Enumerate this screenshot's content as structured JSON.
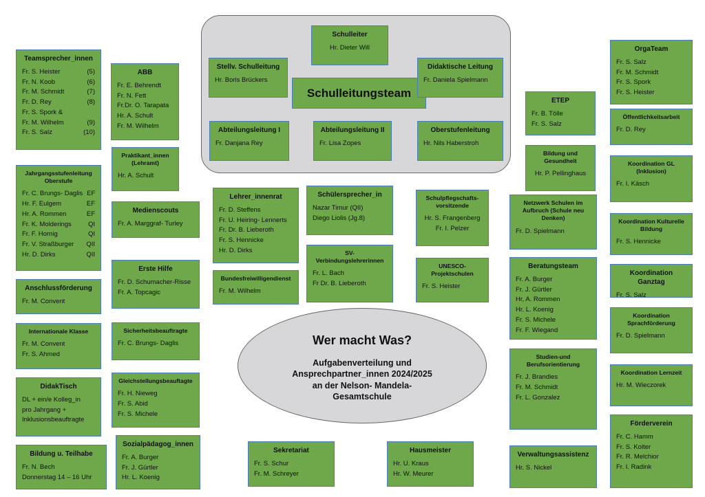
{
  "diagram_title": "Wer macht Was?",
  "diagram_subtitle_lines": [
    "Aufgabenverteilung und",
    "Ansprechpartner_innen 2024/2025",
    "an der Nelson- Mandela-",
    "Gesamtschule"
  ],
  "leadership": {
    "panel_title": "Schulleitungsteam",
    "schulleiter": {
      "title": "Schulleiter",
      "people": [
        "Hr. Dieter Will"
      ]
    },
    "stellv": {
      "title": "Stellv. Schulleitung",
      "people": [
        "Hr. Boris Brückers"
      ]
    },
    "didaktisch": {
      "title": "Didaktische Leitung",
      "people": [
        "Fr. Daniela Spielmann"
      ]
    },
    "abt1": {
      "title": "Abteilungsleitung I",
      "people": [
        "Fr. Danjana Rey"
      ]
    },
    "abt2": {
      "title": "Abteilungsleitung II",
      "people": [
        "Fr. Lisa Zopes"
      ]
    },
    "oberstufe": {
      "title": "Oberstufenleitung",
      "people": [
        "Hr. Nils Haberstroh"
      ]
    }
  },
  "teamsprecher": {
    "title": "Teamsprecher_innen",
    "rows": [
      [
        "Fr. S. Heister",
        "(5)"
      ],
      [
        "Fr. N. Koob",
        "(6)"
      ],
      [
        "Fr. M. Schmidt",
        "(7)"
      ],
      [
        "Fr. D. Rey",
        "(8)"
      ],
      [
        "Fr. S. Spork &",
        ""
      ],
      [
        "Fr. M. Wilhelm",
        "(9)"
      ],
      [
        "Fr. S. Salz",
        "(10)"
      ]
    ]
  },
  "abb": {
    "title": "ABB",
    "people": [
      "Fr. E. Behrendt",
      "Fr. N. Fett",
      "Fr.Dr. O. Tarapata",
      "Hr. A. Schult",
      "Fr. M. Wilhelm"
    ]
  },
  "praktikant": {
    "title": "Praktikant_innen (Lehramt)",
    "people": [
      "Hr. A. Schult"
    ]
  },
  "jahrgang": {
    "title": "Jahrgangsstufenleitung Oberstufe",
    "rows": [
      [
        "Fr. C. Brungs- Daglis",
        "EF"
      ],
      [
        "Hr. F. Eulgem",
        "EF"
      ],
      [
        "Hr. A. Rommen",
        "EF"
      ],
      [
        "Fr. K. Molderings",
        "QI"
      ],
      [
        "Fr. F. Hornig",
        "QI"
      ],
      [
        "Fr. V. Straßburger",
        "QII"
      ],
      [
        "Hr. D. Dirks",
        "QII"
      ]
    ]
  },
  "medienscouts": {
    "title": "Medienscouts",
    "people": [
      "Fr. A. Marggraf- Turley"
    ]
  },
  "erste_hilfe": {
    "title": "Erste Hilfe",
    "people": [
      "Fr. D. Schumacher-Risse",
      "Fr. A. Topcagic"
    ]
  },
  "anschluss": {
    "title": "Anschlussförderung",
    "people": [
      "Fr. M. Convent"
    ]
  },
  "intl_klasse": {
    "title": "Internationale Klasse",
    "people": [
      "Fr. M. Convent",
      "Fr. S. Ahmed"
    ]
  },
  "sicherheit": {
    "title": "Sicherheitsbeauftragte",
    "people": [
      "Fr. C. Brungs- Daglis"
    ]
  },
  "didaktisch_tisch": {
    "title": "DidakTisch",
    "people": [
      "DL + ein/e Kolleg_in",
      "pro Jahrgang +",
      "Inklusionsbeauftragte"
    ]
  },
  "gleichstellung": {
    "title": "Gleichstellungsbeauftagte",
    "people": [
      "Fr. H. Nieweg",
      "Fr. S. Abid",
      "Fr. S. Michele"
    ]
  },
  "bildung_teilhabe": {
    "title": "Bildung u. Teilhabe",
    "people": [
      "Fr. N. Bech",
      "Donnerstag 14 – 16 Uhr"
    ]
  },
  "sozialpaed": {
    "title": "Sozialpädagog_innen",
    "people": [
      "Fr. A. Burger",
      "Fr. J. Gürtler",
      "Hr. L. Koenig"
    ]
  },
  "lehrerrat": {
    "title": "Lehrer_innenrat",
    "people": [
      "Fr. D. Steffens",
      "Fr. U. Heiring- Lennerts",
      "Fr. Dr. B. Lieberoth",
      "Fr. S. Hennicke",
      "Hr. D. Dirks"
    ]
  },
  "schuelersprecher": {
    "title": "Schülersprecher_in",
    "people": [
      "Nazar Timur (QII)",
      "Diego Liolis (Jg.8)"
    ]
  },
  "schulpflegschaft": {
    "title": "Schulpflegschafts-vorsitzende",
    "people": [
      "Hr. S. Frangenberg",
      "Fr. I. Pelzer"
    ]
  },
  "bfd": {
    "title": "Bundesfreiwilligendienst",
    "people": [
      "Fr. M. Wilhelm"
    ]
  },
  "sv": {
    "title": "SV-Verbindungslehrerinnen",
    "people": [
      "Fr. L. Bach",
      "Fr Dr. B. Lieberoth"
    ]
  },
  "unesco": {
    "title": "UNESCO-Projektschulen",
    "people": [
      "Fr. S. Heister"
    ]
  },
  "sekretariat": {
    "title": "Sekretariat",
    "people": [
      "Fr. S. Schur",
      "Fr. M. Schreyer"
    ]
  },
  "hausmeister": {
    "title": "Hausmeister",
    "people": [
      "Hr. U. Kraus",
      "Hr. W. Meurer"
    ]
  },
  "etep": {
    "title": "ETEP",
    "people": [
      "Fr. B. Tölle",
      "Fr. S. Salz"
    ]
  },
  "bildung_gesundheit": {
    "title": "Bildung und Gesundheit",
    "people": [
      "Hr. P. Pellinghaus"
    ]
  },
  "netzwerk": {
    "title": "Netzwerk Schulen im Aufbruch (Schule neu Denken)",
    "people": [
      "Fr. D. Spielmann"
    ]
  },
  "beratung": {
    "title": "Beratungsteam",
    "people": [
      "Fr. A. Burger",
      "Fr. J. Gürtler",
      "Hr, A. Rommen",
      "Hr. L. Koenig",
      "Fr. S. Michele",
      "Fr. F. Wiegand"
    ]
  },
  "studien": {
    "title": "Studien-und Berufsorientierung",
    "people": [
      "Fr. J. Brandies",
      "Fr. M. Schmidt",
      "Fr. L. Gonzalez"
    ]
  },
  "verwaltung": {
    "title": "Verwaltungsassistenz",
    "people": [
      "Hr. S. Nickel"
    ]
  },
  "orgateam": {
    "title": "OrgaTeam",
    "people": [
      "Fr. S. Salz",
      "Fr. M. Schmidt",
      "Fr. S. Spork",
      "Fr. S. Heister"
    ]
  },
  "oeffentlich": {
    "title": "Öffentlichkeitsarbeit",
    "people": [
      "Fr. D. Rey"
    ]
  },
  "gl": {
    "title": "Koordination GL (Inklusion)",
    "people": [
      "Fr. I.  Käsch"
    ]
  },
  "kultur": {
    "title": "Koordination Kulturelle Bildung",
    "people": [
      "Fr. S. Hennicke"
    ]
  },
  "ganztag": {
    "title": "Koordination Ganztag",
    "people": [
      "Fr. S. Salz"
    ]
  },
  "sprach": {
    "title": "Koordination Sprachförderung",
    "people": [
      "Fr. D. Spielmann"
    ]
  },
  "lernzeit": {
    "title": "Koordination Lernzeit",
    "people": [
      "Hr. M. Wieczorek"
    ]
  },
  "foerderverein": {
    "title": "Förderverein",
    "people": [
      "Fr. C. Hamm",
      "Fr. S. Kolter",
      "Fr. R. Melchior",
      "Fr. I. Radink"
    ]
  }
}
